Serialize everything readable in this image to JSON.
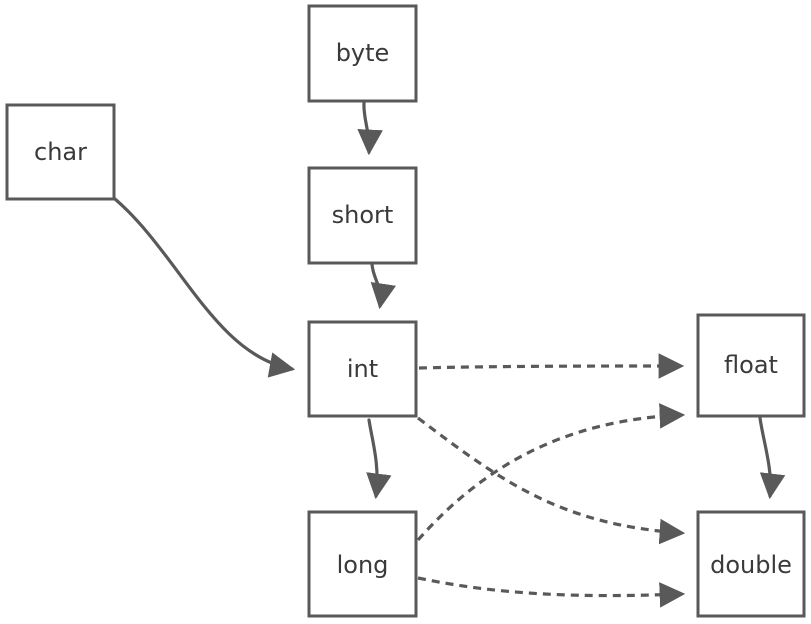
{
  "nodes": {
    "byte": "byte",
    "char": "char",
    "short": "short",
    "int": "int",
    "float": "float",
    "long": "long",
    "double": "double"
  },
  "style": {
    "line_color": "#595959",
    "text_color": "#3a3a3a",
    "background": "#ffffff"
  }
}
